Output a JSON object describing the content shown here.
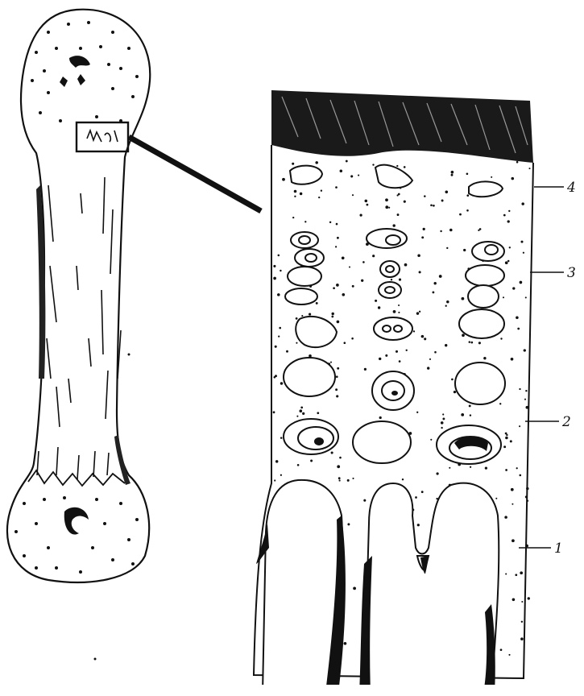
{
  "figure": {
    "labels": [
      {
        "key": "label-4",
        "text": "4"
      },
      {
        "key": "label-3",
        "text": "3"
      },
      {
        "key": "label-2",
        "text": "2"
      },
      {
        "key": "label-1",
        "text": "1"
      }
    ],
    "colors": {
      "ink": "#111111",
      "paper": "#ffffff"
    }
  }
}
